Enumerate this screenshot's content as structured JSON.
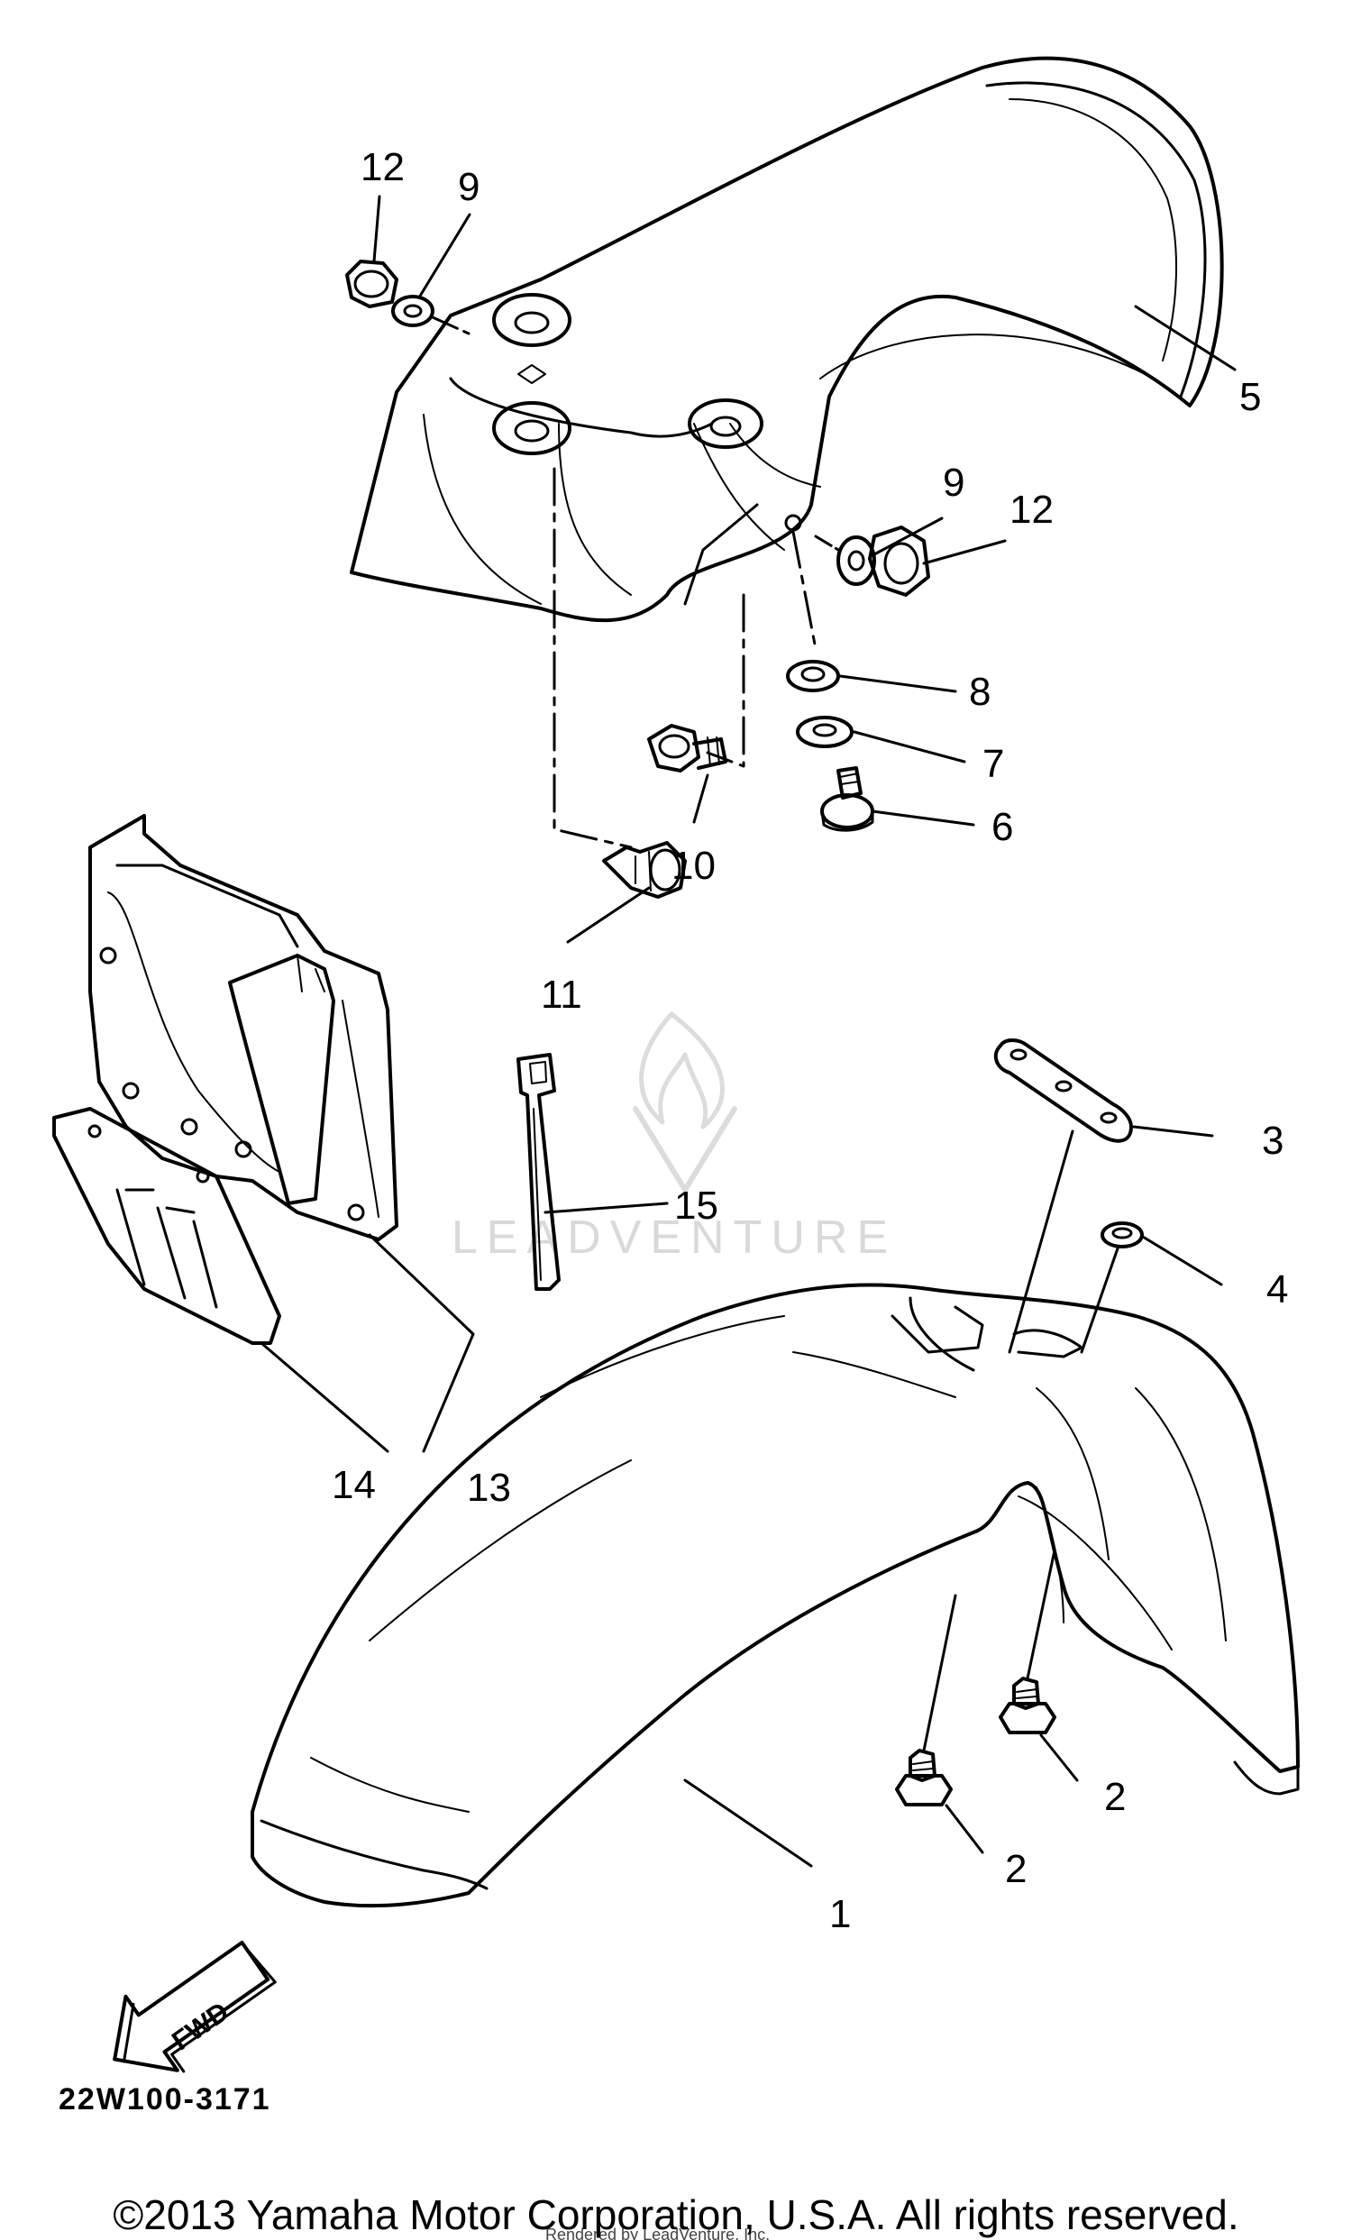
{
  "diagram_code": "22W100-3171",
  "fwd_label": "FWD",
  "watermark": "LEADVENTURE",
  "dealer_note": "Rendered by LeadVenture, Inc.",
  "copyright": "©2013 Yamaha Motor Corporation, U.S.A. All rights reserved.",
  "callouts": {
    "c1": "1",
    "c2a": "2",
    "c2b": "2",
    "c3": "3",
    "c4": "4",
    "c5": "5",
    "c6": "6",
    "c7": "7",
    "c8": "8",
    "c9a": "9",
    "c9b": "9",
    "c10": "10",
    "c11": "11",
    "c12a": "12",
    "c12b": "12",
    "c13": "13",
    "c14": "14",
    "c15": "15"
  }
}
